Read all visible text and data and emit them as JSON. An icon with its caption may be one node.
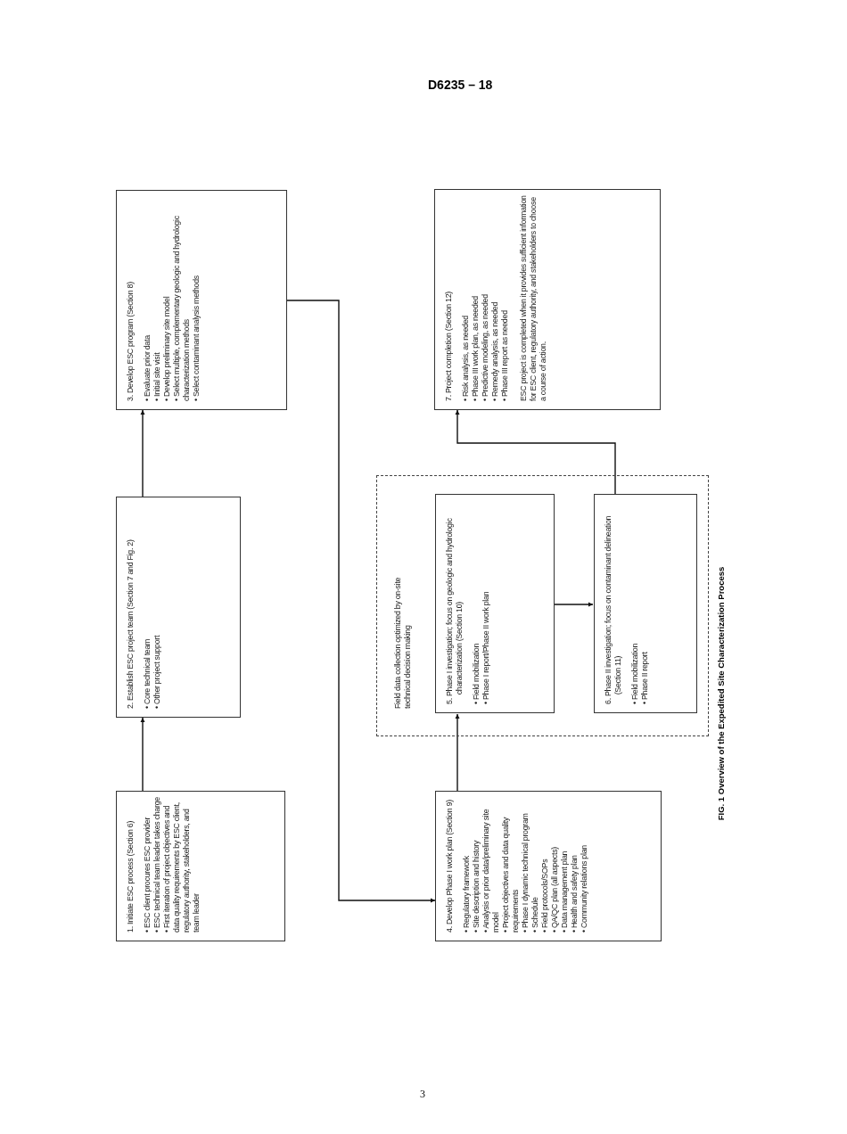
{
  "diagram": {
    "caption": "FIG. 1 Overview of the Expedited Site Characterization Process",
    "nodes": [
      {
        "text": [
          "1. Initiate ESC process (Section 6)",
          "• ESC client procures ESC provider",
          "• ESC technical team leader takes charge",
          "• First iteration of project objectives and data quality requirements by ESC client, regulatory authority, stakeholders, and team leader"
        ]
      },
      {
        "text": [
          "2. Establish ESC project team (Section 7 and Fig. 2)",
          "• Core technical team",
          "• Other project support"
        ]
      },
      {
        "text": [
          "3. Develop ESC program (Section 8)",
          "• Evaluate prior data",
          "• Initial site visit",
          "• Develop preliminary site model",
          "• Select multiple, complementary geologic and hydrologic characterization methods",
          "• Select contaminant analysis methods"
        ]
      },
      {
        "text": [
          "4. Develop Phase I work plan (Section 9)",
          "• Regulatory framework",
          "• Site description and history",
          "• Analysis or prior data/preliminary site model",
          "• Project objectives and data quality requirements",
          "• Phase I dynamic technical program",
          "• Schedule",
          "• Field protocols/SOPs",
          "• QA/QC plan (all aspects)",
          "• Data management plan",
          "• Health and safety plan",
          "• Community relations plan"
        ]
      },
      {
        "text": [
          "Field data collection optimized by on-site technical decision making"
        ]
      },
      {
        "text": [
          "5. Phase I investigation; focus on geologic and hydrologic characterization (Section 10)",
          "• Field mobilization",
          "• Phase I report/Phase II work plan"
        ],
        "in": 4
      },
      {
        "text": [
          "6. Phase II investigation; focus on contaminant delineation (Section 11)",
          "• Field mobilization",
          "• Phase II report"
        ],
        "in": 4
      },
      {
        "text": [
          "7. Project completion (Section 12)",
          "• Risk analysis, as needed",
          "• Phase III work plan, as needed",
          "• Predictive modeling, as needed",
          "• Remedy analysis, as needed",
          "• Phase III report as needed",
          "ESC project is completed when it provides sufficient information for ESC client, regulatory authority, and stakeholders to choose a course of action."
        ]
      }
    ],
    "edges": [
      {
        "from": 0,
        "to": 1,
        "arrow": "to"
      },
      {
        "from": 1,
        "to": 2,
        "arrow": "to"
      },
      {
        "from": 2,
        "to": 3,
        "arrow": "to"
      },
      {
        "from": 3,
        "to": 5,
        "arrow": "to"
      },
      {
        "from": 5,
        "to": 6,
        "arrow": "to"
      },
      {
        "from": 6,
        "to": 7,
        "arrow": "to"
      }
    ],
    "labels": [
      "D6235 – 18",
      "3"
    ]
  }
}
